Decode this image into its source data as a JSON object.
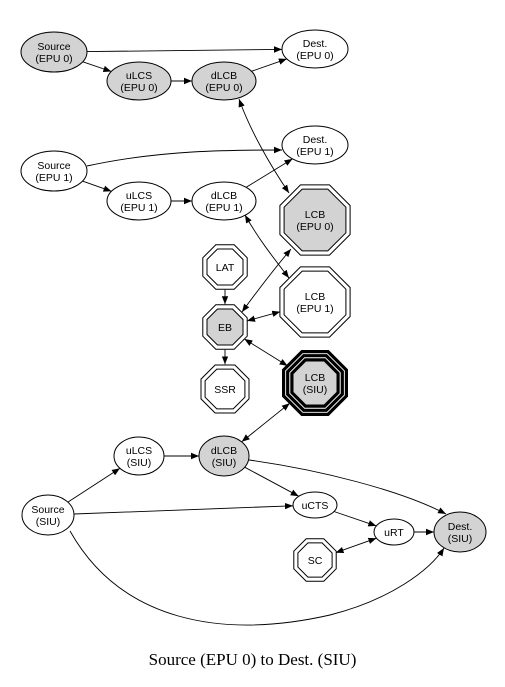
{
  "nodes": {
    "src_epu0": [
      "Source",
      "(EPU 0)"
    ],
    "dst_epu0": [
      "Dest.",
      "(EPU 0)"
    ],
    "ulcs_epu0": [
      "uLCS",
      "(EPU 0)"
    ],
    "dlcb_epu0": [
      "dLCB",
      "(EPU 0)"
    ],
    "src_epu1": [
      "Source",
      "(EPU 1)"
    ],
    "dst_epu1": [
      "Dest.",
      "(EPU 1)"
    ],
    "ulcs_epu1": [
      "uLCS",
      "(EPU 1)"
    ],
    "dlcb_epu1": [
      "dLCB",
      "(EPU 1)"
    ],
    "lcb_epu0": [
      "LCB",
      "(EPU 0)"
    ],
    "lcb_epu1": [
      "LCB",
      "(EPU 1)"
    ],
    "lcb_siu": [
      "LCB",
      "(SIU)"
    ],
    "lat": [
      "LAT"
    ],
    "eb": [
      "EB"
    ],
    "ssr": [
      "SSR"
    ],
    "ulcs_siu": [
      "uLCS",
      "(SIU)"
    ],
    "dlcb_siu": [
      "dLCB",
      "(SIU)"
    ],
    "src_siu": [
      "Source",
      "(SIU)"
    ],
    "ucts": [
      "uCTS"
    ],
    "urt": [
      "uRT"
    ],
    "dst_siu": [
      "Dest.",
      "(SIU)"
    ],
    "sc": [
      "SC"
    ]
  },
  "edges": [
    {
      "from": "src_epu0",
      "to": "dst_epu0",
      "dir": "forward"
    },
    {
      "from": "src_epu0",
      "to": "ulcs_epu0",
      "dir": "forward"
    },
    {
      "from": "ulcs_epu0",
      "to": "dlcb_epu0",
      "dir": "forward"
    },
    {
      "from": "dlcb_epu0",
      "to": "dst_epu0",
      "dir": "forward"
    },
    {
      "from": "dlcb_epu0",
      "to": "lcb_epu0",
      "dir": "both"
    },
    {
      "from": "src_epu1",
      "to": "dst_epu1",
      "dir": "forward"
    },
    {
      "from": "src_epu1",
      "to": "ulcs_epu1",
      "dir": "forward"
    },
    {
      "from": "ulcs_epu1",
      "to": "dlcb_epu1",
      "dir": "forward"
    },
    {
      "from": "dlcb_epu1",
      "to": "dst_epu1",
      "dir": "forward"
    },
    {
      "from": "dlcb_epu1",
      "to": "lcb_epu1",
      "dir": "both"
    },
    {
      "from": "lat",
      "to": "eb",
      "dir": "forward"
    },
    {
      "from": "eb",
      "to": "ssr",
      "dir": "forward"
    },
    {
      "from": "eb",
      "to": "lcb_epu0",
      "dir": "both"
    },
    {
      "from": "eb",
      "to": "lcb_epu1",
      "dir": "both"
    },
    {
      "from": "eb",
      "to": "lcb_siu",
      "dir": "both"
    },
    {
      "from": "dlcb_siu",
      "to": "lcb_siu",
      "dir": "both"
    },
    {
      "from": "src_siu",
      "to": "ulcs_siu",
      "dir": "forward"
    },
    {
      "from": "ulcs_siu",
      "to": "dlcb_siu",
      "dir": "forward"
    },
    {
      "from": "src_siu",
      "to": "ucts",
      "dir": "forward"
    },
    {
      "from": "dlcb_siu",
      "to": "ucts",
      "dir": "forward"
    },
    {
      "from": "ucts",
      "to": "urt",
      "dir": "forward"
    },
    {
      "from": "urt",
      "to": "dst_siu",
      "dir": "forward"
    },
    {
      "from": "dlcb_siu",
      "to": "dst_siu",
      "dir": "forward"
    },
    {
      "from": "src_siu",
      "to": "dst_siu",
      "dir": "forward"
    },
    {
      "from": "sc",
      "to": "urt",
      "dir": "both"
    }
  ],
  "caption": "Source (EPU 0) to Dest. (SIU)",
  "colors": {
    "highlight_fill": "#d3d3d3",
    "plain_fill": "#ffffff",
    "stroke": "#000000"
  }
}
